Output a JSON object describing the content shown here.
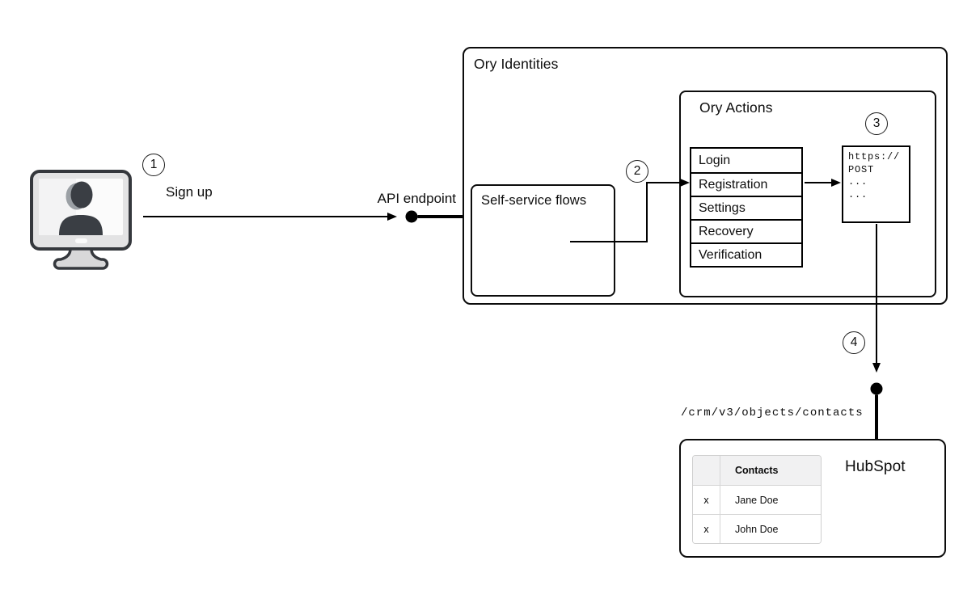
{
  "steps": [
    "1",
    "2",
    "3",
    "4"
  ],
  "labels": {
    "sign_up": "Sign up",
    "api_endpoint": "API endpoint",
    "crm_path": "/crm/v3/objects/contacts"
  },
  "ory_identities": {
    "title": "Ory Identities",
    "self_service_flows": {
      "title": "Self-service flows"
    },
    "ory_actions": {
      "title": "Ory Actions",
      "flows": [
        "Login",
        "Registration",
        "Settings",
        "Recovery",
        "Verification"
      ],
      "webhook_request": [
        "https://",
        "POST",
        "...",
        "..."
      ]
    }
  },
  "hubspot": {
    "title": "HubSpot",
    "contacts_table": {
      "header": "Contacts",
      "rows": [
        {
          "action": "x",
          "name": "Jane Doe"
        },
        {
          "action": "x",
          "name": "John Doe"
        }
      ]
    }
  },
  "icons": {
    "user_computer": "user-on-computer-icon",
    "endpoint_dot": "endpoint-node-dot",
    "arrowhead": "arrowhead-icon"
  },
  "colors": {
    "line": "#000000",
    "box_border": "#0c0c0c",
    "table_header_bg": "#f1f1f2",
    "table_border": "#d6d6d6",
    "monitor_frame": "#35383d",
    "monitor_body": "#e3e3e4",
    "person": "#3a3e44"
  }
}
